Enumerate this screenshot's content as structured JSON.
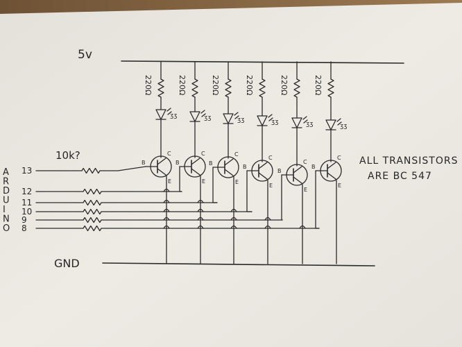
{
  "labels": {
    "supply": "5v",
    "ground": "GND",
    "base_resistor": "10k?",
    "note_line1": "ALL TRANSISTORS",
    "note_line2": "ARE BC 547",
    "board_letters": [
      "A",
      "R",
      "D",
      "U",
      "I",
      "N",
      "O"
    ]
  },
  "pins": [
    "13",
    "12",
    "11",
    "10",
    "9",
    "8"
  ],
  "stages": [
    {
      "resistor": "220Ω",
      "led_light_label": "ʒʒ"
    },
    {
      "resistor": "220Ω",
      "led_light_label": "ʒʒ"
    },
    {
      "resistor": "220Ω",
      "led_light_label": "ʒʒ"
    },
    {
      "resistor": "220Ω",
      "led_light_label": "ʒʒ"
    },
    {
      "resistor": "220Ω",
      "led_light_label": "ʒʒ"
    },
    {
      "resistor": "220Ω",
      "led_light_label": "ʒʒ"
    }
  ],
  "transistor_pins": {
    "base": "B",
    "collector": "C",
    "emitter": "E"
  },
  "colors": {
    "paper": "#ece9e3",
    "ink": "#262626",
    "desk": "#8a6a45"
  }
}
